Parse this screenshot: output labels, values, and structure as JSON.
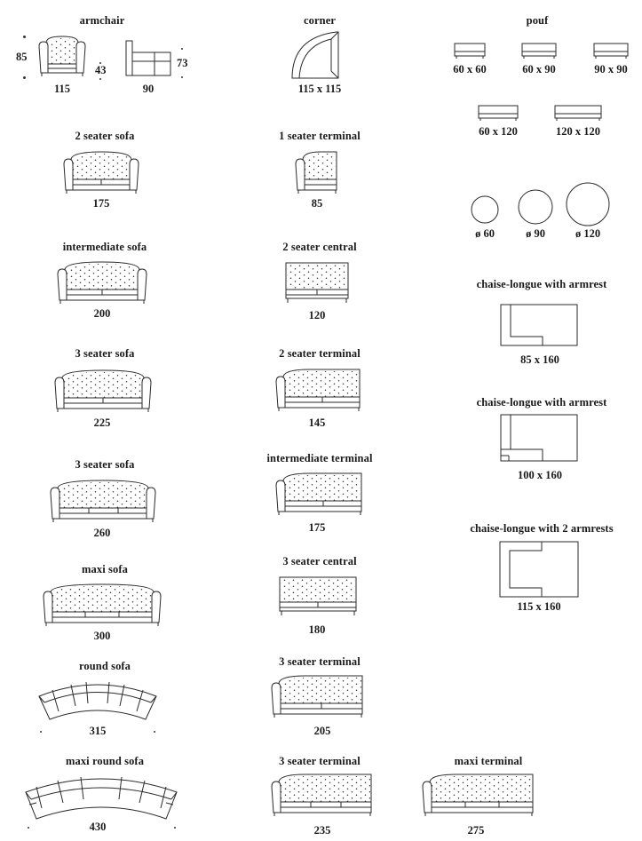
{
  "labels": {
    "armchair": {
      "title": "armchair",
      "width": "115",
      "depth": "90",
      "height": "85",
      "seat_height": "43",
      "arm_height": "73"
    },
    "corner": {
      "title": "corner",
      "size": "115 x 115"
    },
    "pouf": {
      "title": "pouf",
      "sizes": [
        "60 x 60",
        "60 x 90",
        "90 x 90",
        "60 x 120",
        "120 x 120"
      ],
      "round_sizes": [
        "ø 60",
        "ø 90",
        "ø 120"
      ]
    },
    "two_seater_sofa": {
      "title": "2 seater sofa",
      "size": "175"
    },
    "one_seater_terminal": {
      "title": "1 seater terminal",
      "size": "85"
    },
    "intermediate_sofa": {
      "title": "intermediate sofa",
      "size": "200"
    },
    "two_seater_central": {
      "title": "2 seater central",
      "size": "120"
    },
    "chaise_1": {
      "title": "chaise-longue with armrest",
      "size": "85 x 160"
    },
    "three_seater_sofa_225": {
      "title": "3 seater sofa",
      "size": "225"
    },
    "two_seater_terminal": {
      "title": "2 seater terminal",
      "size": "145"
    },
    "chaise_2": {
      "title": "chaise-longue with armrest",
      "size": "100 x 160"
    },
    "three_seater_sofa_260": {
      "title": "3 seater sofa",
      "size": "260"
    },
    "intermediate_terminal": {
      "title": "intermediate terminal",
      "size": "175"
    },
    "chaise_3": {
      "title": "chaise-longue with 2 armrests",
      "size": "115 x 160"
    },
    "maxi_sofa": {
      "title": "maxi sofa",
      "size": "300"
    },
    "three_seater_central": {
      "title": "3 seater central",
      "size": "180"
    },
    "round_sofa": {
      "title": "round sofa",
      "size": "315"
    },
    "three_seater_terminal_205": {
      "title": "3 seater terminal",
      "size": "205"
    },
    "maxi_round_sofa": {
      "title": "maxi round sofa",
      "size": "430"
    },
    "three_seater_terminal_235": {
      "title": "3 seater terminal",
      "size": "235"
    },
    "maxi_terminal": {
      "title": "maxi terminal",
      "size": "275"
    }
  },
  "icons": [
    "sofa-front-icon",
    "armchair-side-icon",
    "corner-top-icon",
    "pouf-icon",
    "round-pouf-icon",
    "chaise-top-icon",
    "round-sofa-top-icon"
  ]
}
